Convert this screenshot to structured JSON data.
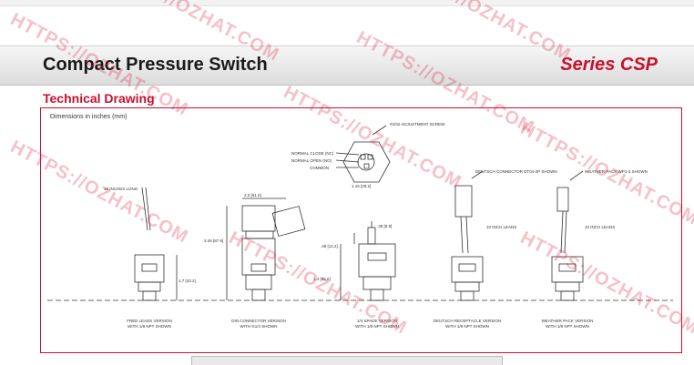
{
  "header": {
    "title": "Compact Pressure Switch",
    "series": "Series CSP"
  },
  "section": {
    "title": "Technical Drawing"
  },
  "drawing": {
    "dims_note": "Dimensions in inches (mm)",
    "callouts": {
      "adjustment_screw": "#2/32 ADJUSTMENT SCREW",
      "normal_close": "NORMAL CLOSE (NC)",
      "normal_open": "NORMAL OPEN (NO)",
      "common": "COMMON",
      "deutsch_connector": "DEUTSCH CONNECTOR DT04-2P SHOWN",
      "weather_pack": "WEATHER PACK WP1-3 SHOWN",
      "leads_long": "18 INCHES LONG",
      "inch_leads_1": "10 INCH LEADS",
      "inch_leads_2": "10 INCH LEADS"
    },
    "dimensions": {
      "d1": "1.7 [43.2]",
      "d2": "2.0 [51.0]",
      "d3": "3.45 [87.6]",
      "d4": "1.15 [29.2]",
      "d5": ".48 [12.2]",
      "d6": ".35 [8.9]",
      "d7": "1.4 [35.6]"
    },
    "variants": [
      {
        "l1": "FREE LEADS VERSION",
        "l2": "WITH 1/8 NPT SHOWN"
      },
      {
        "l1": "DIN CONNECTOR VERSION",
        "l2": "WITH G1/4 SHOWN"
      },
      {
        "l1": "1/4 SPADE VERSION",
        "l2": "WITH 1/8 NPT SHOWN"
      },
      {
        "l1": "DEUTSCH RECEPTACLE VERSION",
        "l2": "WITH 1/8 NPT SHOWN"
      },
      {
        "l1": "WEATHER PACK VERSION",
        "l2": "WITH 1/8 NPT SHOWN"
      }
    ]
  },
  "watermark": {
    "text": "HTTPS://OZHAT.COM"
  },
  "colors": {
    "accent": "#c8102e",
    "header_bg": "#e4e4e4"
  }
}
